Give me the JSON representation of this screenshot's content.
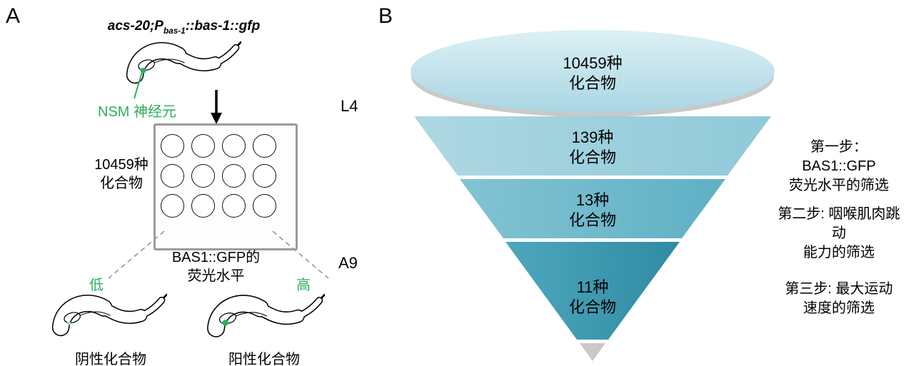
{
  "colors": {
    "green": "#2eaf5b",
    "green_pale": "#9fd9b4",
    "tier1_top": "#ddf0f5",
    "tier1_bottom": "#a9d6e3",
    "tier2_left": "#aed8e3",
    "tier2_right": "#8fc9d8",
    "tier3_left": "#82c3d3",
    "tier3_right": "#5fb0c5",
    "tier4_left": "#4ea7bd",
    "tier4_right": "#2f8ba3",
    "funnel_gray": "#c9c9c9",
    "dash_gray": "#a0a0a0"
  },
  "panelA": {
    "label": "A",
    "genotype": {
      "part1": "acs-20;P",
      "sub": "bas-1",
      "part2": "::bas-1::gfp"
    },
    "nsm_label": "NSM 神经元",
    "stage_label": "L4",
    "compounds": {
      "line1": "10459种",
      "line2": "化合物"
    },
    "readout": {
      "line1": "BAS1::GFP的",
      "line2": "荧光水平"
    },
    "well_id": "A9",
    "low_label": "低",
    "high_label": "高",
    "negative_label": "阴性化合物",
    "positive_label": "阳性化合物"
  },
  "panelB": {
    "label": "B",
    "funnel_tiers": [
      {
        "count": "10459种",
        "noun": "化合物"
      },
      {
        "count": "139种",
        "noun": "化合物"
      },
      {
        "count": "13种",
        "noun": "化合物"
      },
      {
        "count": "11种",
        "noun": "化合物"
      }
    ],
    "steps": [
      {
        "line1": "第一步：  BAS1::GFP",
        "line2": "荧光水平的筛选"
      },
      {
        "line1": "第二步: 咽喉肌肉跳动",
        "line2": "能力的筛选"
      },
      {
        "line1": "第三步: 最大运动",
        "line2": "速度的筛选"
      }
    ]
  }
}
